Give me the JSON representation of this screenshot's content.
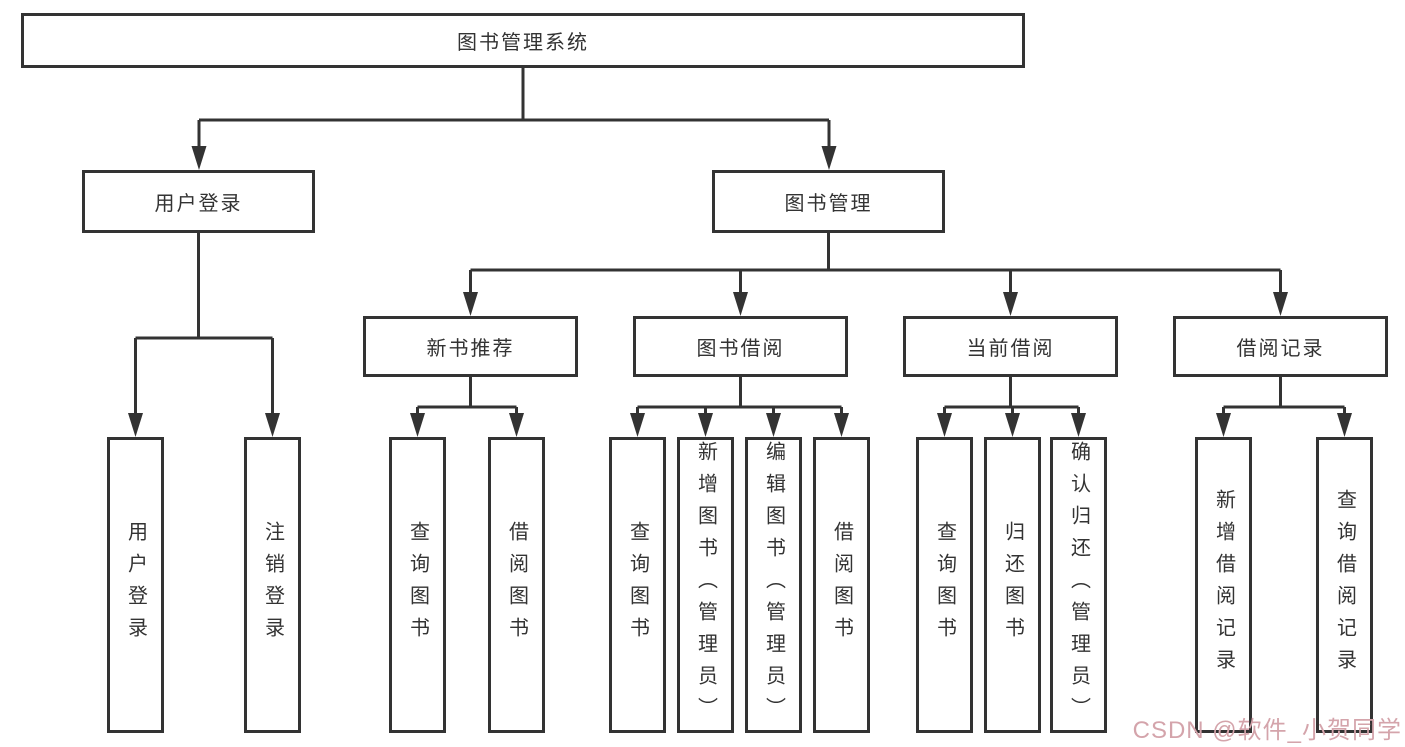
{
  "title": "图书管理系统",
  "watermark": "CSDN @软件_小贺同学",
  "colors": {
    "line": "#333333",
    "box_border": "#333333",
    "box_fill": "#ffffff",
    "background": "#ffffff",
    "watermark": "#d4a4ab"
  },
  "nodes": {
    "root": {
      "label": "图书管理系统"
    },
    "user_login": {
      "label": "用户登录"
    },
    "book_mgmt": {
      "label": "图书管理"
    },
    "new_book": {
      "label": "新书推荐"
    },
    "book_borrow": {
      "label": "图书借阅"
    },
    "cur_borrow": {
      "label": "当前借阅"
    },
    "borrow_rec": {
      "label": "借阅记录"
    },
    "ul_login": {
      "label": "用户登录"
    },
    "ul_logout": {
      "label": "注销登录"
    },
    "nb_query": {
      "label": "查询图书"
    },
    "nb_borrow": {
      "label": "借阅图书"
    },
    "bb_query": {
      "label": "查询图书"
    },
    "bb_add": {
      "label": "新增图书（管理员）"
    },
    "bb_edit": {
      "label": "编辑图书（管理员）"
    },
    "bb_borrow": {
      "label": "借阅图书"
    },
    "cb_query": {
      "label": "查询图书"
    },
    "cb_return": {
      "label": "归还图书"
    },
    "cb_confirm": {
      "label": "确认归还（管理员）"
    },
    "br_add": {
      "label": "新增借阅记录"
    },
    "br_query": {
      "label": "查询借阅记录"
    }
  },
  "tree": {
    "label": "图书管理系统",
    "children": [
      {
        "label": "用户登录",
        "children": [
          {
            "label": "用户登录"
          },
          {
            "label": "注销登录"
          }
        ]
      },
      {
        "label": "图书管理",
        "children": [
          {
            "label": "新书推荐",
            "children": [
              {
                "label": "查询图书"
              },
              {
                "label": "借阅图书"
              }
            ]
          },
          {
            "label": "图书借阅",
            "children": [
              {
                "label": "查询图书"
              },
              {
                "label": "新增图书（管理员）"
              },
              {
                "label": "编辑图书（管理员）"
              },
              {
                "label": "借阅图书"
              }
            ]
          },
          {
            "label": "当前借阅",
            "children": [
              {
                "label": "查询图书"
              },
              {
                "label": "归还图书"
              },
              {
                "label": "确认归还（管理员）"
              }
            ]
          },
          {
            "label": "借阅记录",
            "children": [
              {
                "label": "新增借阅记录"
              },
              {
                "label": "查询借阅记录"
              }
            ]
          }
        ]
      }
    ]
  }
}
